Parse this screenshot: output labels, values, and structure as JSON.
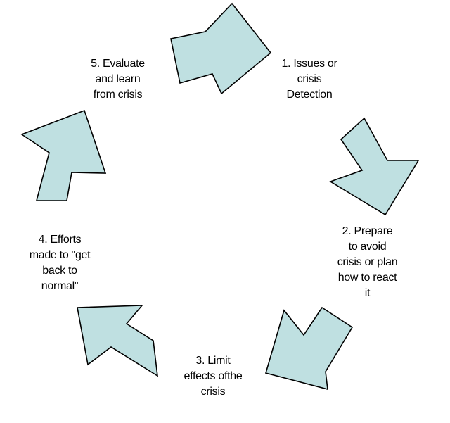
{
  "colors": {
    "arrow_fill": "#bfe0e1",
    "arrow_stroke": "#000000",
    "text": "#000000"
  },
  "stages": [
    {
      "label": "1. Issues or\ncrisis\nDetection"
    },
    {
      "label": "2. Prepare\nto avoid\ncrisis or plan\nhow to react\nit"
    },
    {
      "label": "3. Limit\neffects ofthe\ncrisis"
    },
    {
      "label": "4. Efforts\nmade to \"get\nback to\nnormal\""
    },
    {
      "label": "5. Evaluate\nand learn\nfrom crisis"
    }
  ],
  "arrows": [
    {
      "icon": "curved-arrow-icon",
      "direction": "right"
    },
    {
      "icon": "curved-arrow-icon",
      "direction": "down"
    },
    {
      "icon": "curved-arrow-icon",
      "direction": "down-left"
    },
    {
      "icon": "curved-arrow-icon",
      "direction": "up-left"
    },
    {
      "icon": "curved-arrow-icon",
      "direction": "up"
    }
  ]
}
